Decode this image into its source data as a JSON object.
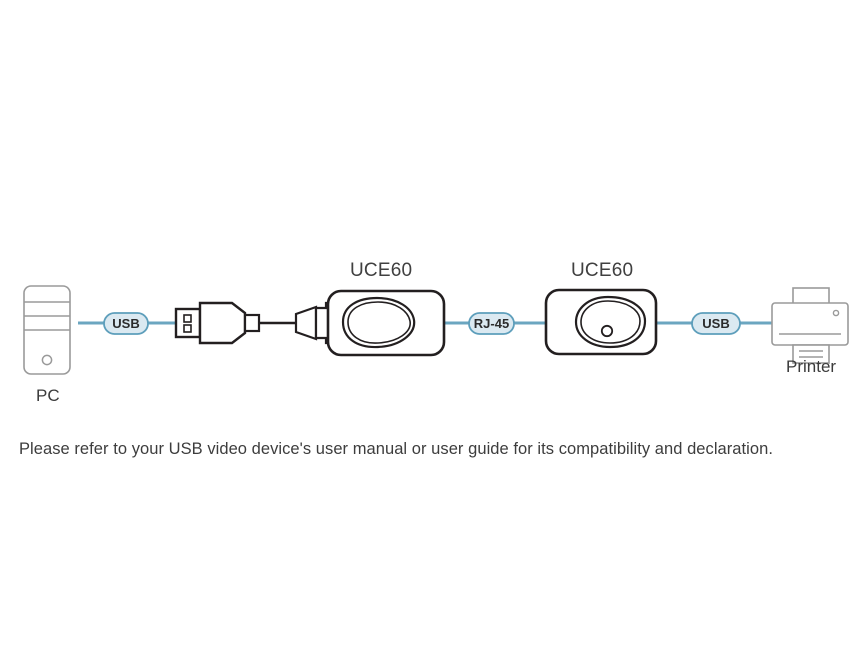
{
  "page": {
    "background": "#ffffff",
    "caption": "Please refer to your USB video device's user manual or user guide for its compatibility and declaration."
  },
  "colors": {
    "link_line": "#6ba6c0",
    "badge_fill": "#dbe9f1",
    "badge_stroke": "#5d9ebb",
    "badge_text": "#2b2b2b",
    "device_outline_gray": "#9a9a9a",
    "device_outline_black": "#1a1a1a",
    "label_text": "#3d3d3d"
  },
  "diagram": {
    "type": "connection-chain",
    "title": "USB extender connection diagram",
    "nodes": [
      {
        "id": "pc",
        "icon": "pc-tower-icon",
        "label": "PC",
        "label_position": "below"
      },
      {
        "id": "usb-plug",
        "icon": "usb-plug-icon",
        "label": "",
        "label_position": "none"
      },
      {
        "id": "uce60-left",
        "icon": "uce60-transmitter-icon",
        "label": "UCE60",
        "label_position": "above"
      },
      {
        "id": "uce60-right",
        "icon": "uce60-receiver-icon",
        "label": "UCE60",
        "label_position": "above"
      },
      {
        "id": "printer",
        "icon": "printer-icon",
        "label": "Printer",
        "label_position": "below"
      }
    ],
    "links": [
      {
        "id": "link-pc-usb",
        "from": "pc",
        "to": "usb-plug",
        "badge": "USB",
        "style": "teal-line"
      },
      {
        "id": "link-usb-uce60l",
        "from": "usb-plug",
        "to": "uce60-left",
        "badge": "",
        "style": "black-cable"
      },
      {
        "id": "link-uce60l-r",
        "from": "uce60-left",
        "to": "uce60-right",
        "badge": "RJ-45",
        "style": "teal-line"
      },
      {
        "id": "link-uce60r-prn",
        "from": "uce60-right",
        "to": "printer",
        "badge": "USB",
        "style": "teal-line"
      }
    ],
    "badges": [
      {
        "id": "badge-usb-left",
        "text": "USB"
      },
      {
        "id": "badge-rj45",
        "text": "RJ-45"
      },
      {
        "id": "badge-usb-right",
        "text": "USB"
      }
    ]
  }
}
